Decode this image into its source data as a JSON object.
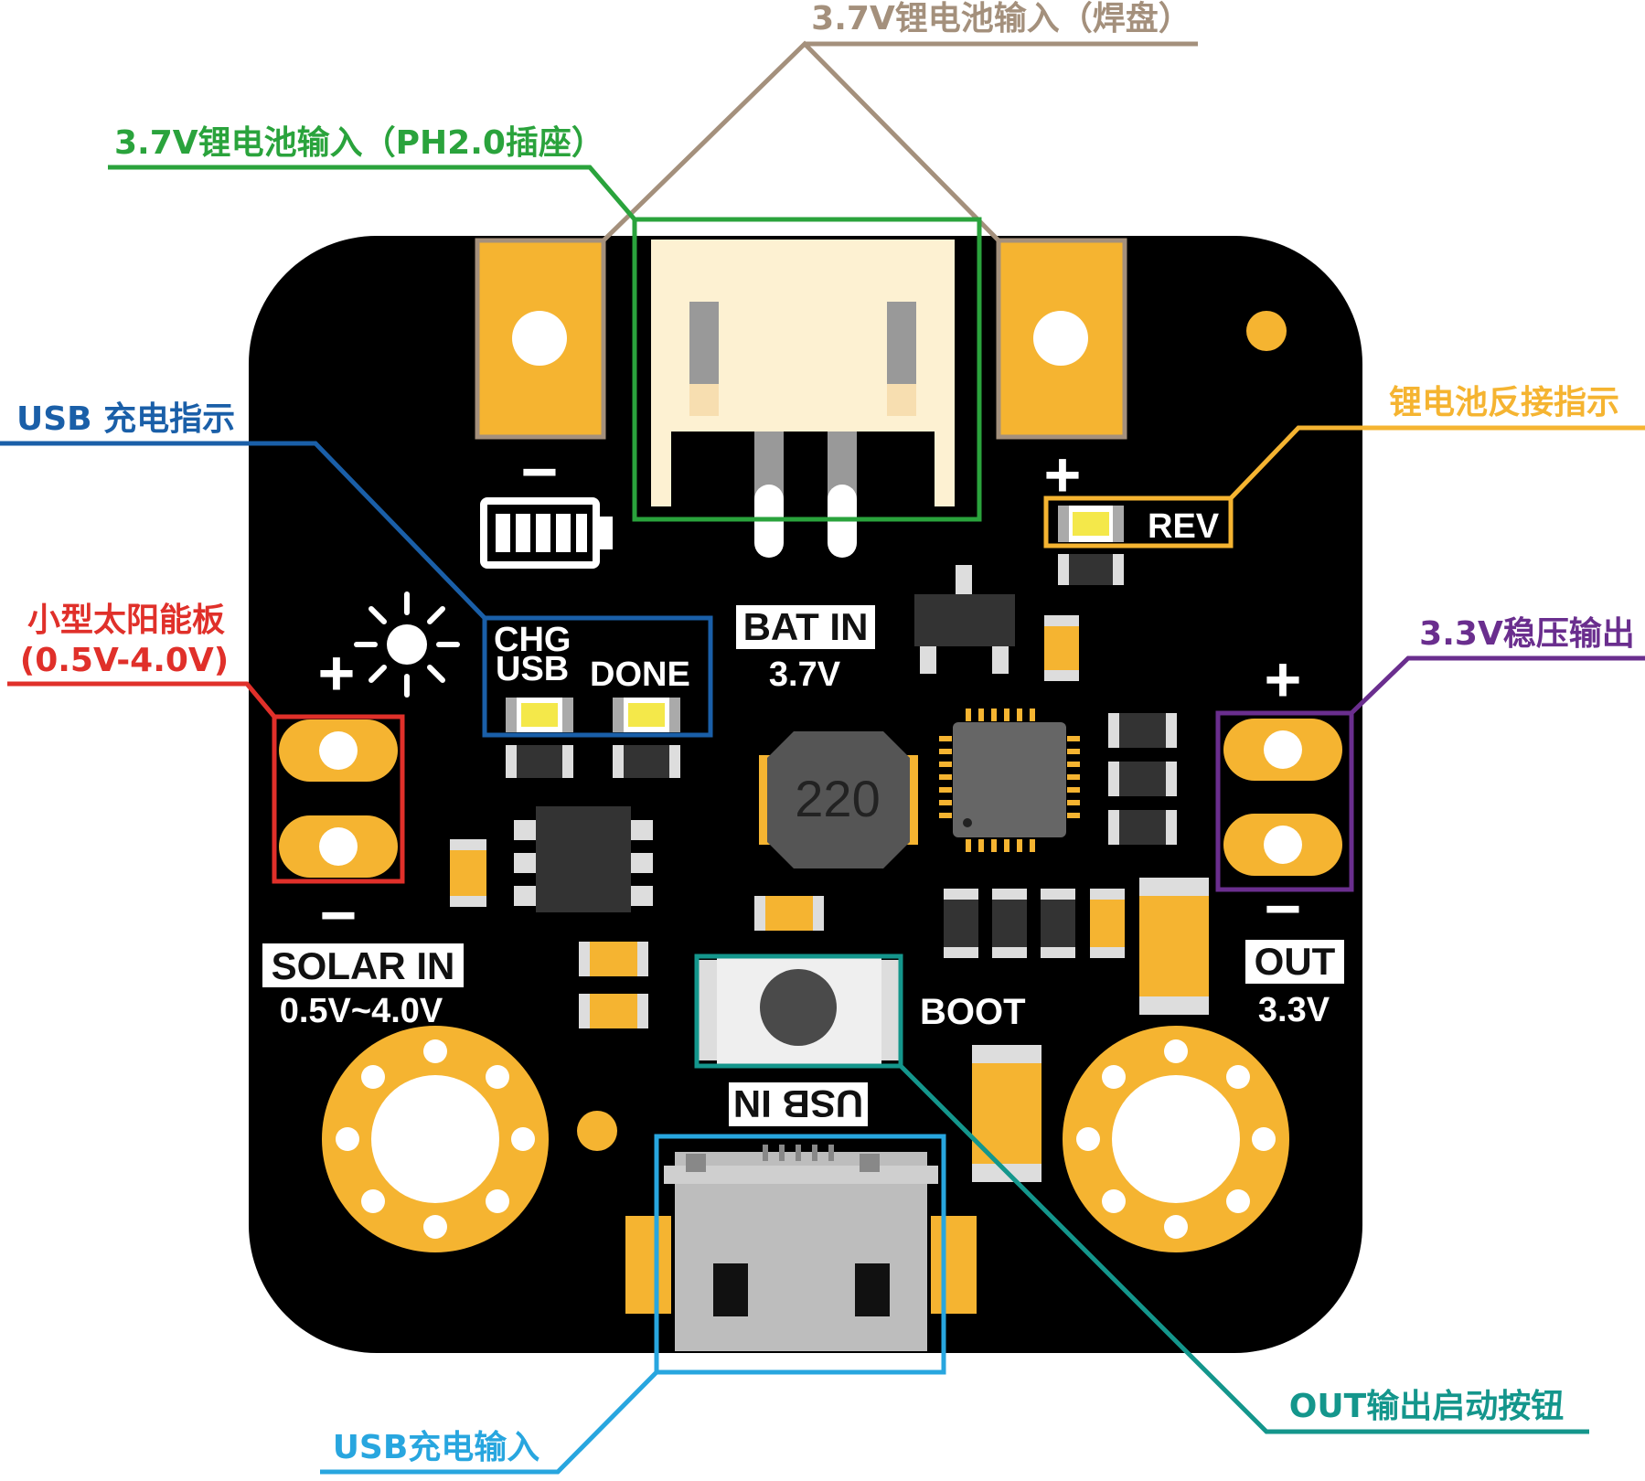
{
  "callouts": {
    "battery_solder": "3.7V锂电池输入（焊盘）",
    "battery_ph20": "3.7V锂电池输入（PH2.0插座）",
    "usb_charge_indicator": "USB 充电指示",
    "reverse_indicator": "锂电池反接指示",
    "solar_title": "小型太阳能板",
    "solar_range": "(0.5V-4.0V)",
    "out_3v3": "3.3V稳压输出",
    "out_boot": "OUT输出启动按钮",
    "usb_input": "USB充电输入"
  },
  "silkscreen": {
    "rev": "REV",
    "chg": "CHG",
    "usb": "USB",
    "done": "DONE",
    "bat_in": "BAT IN",
    "bat_voltage": "3.7V",
    "solar_in": "SOLAR IN",
    "solar_voltage": "0.5V~4.0V",
    "out": "OUT",
    "out_voltage": "3.3V",
    "boot": "BOOT",
    "usb_in": "USB IN",
    "inductor": "220",
    "plus": "+",
    "minus": "−"
  },
  "colors": {
    "board": "#000000",
    "gold": "#f5b431",
    "battery_solder": "#a4907c",
    "battery_ph20": "#2aa33c",
    "usb_charge_indicator": "#1a5fa8",
    "reverse_indicator": "#f5b431",
    "solar": "#e0302a",
    "out_3v3": "#6a2e8e",
    "out_boot": "#14968c",
    "usb_input": "#28a6df"
  },
  "icons": [
    "battery-icon",
    "sun-icon"
  ]
}
